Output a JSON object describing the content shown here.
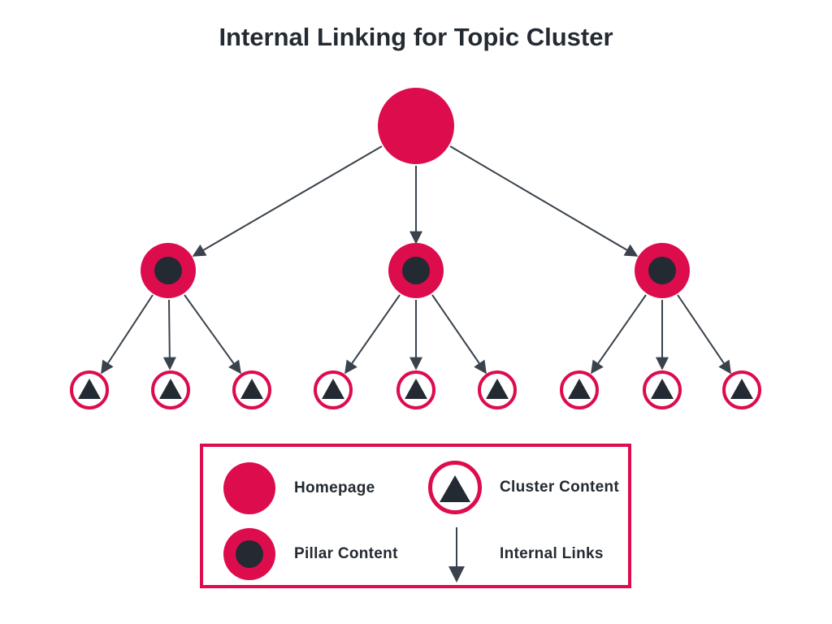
{
  "title": "Internal Linking for Topic Cluster",
  "colors": {
    "crimson": "#dc0c4d",
    "dark": "#232a32",
    "line": "#3a424c",
    "background": "#ffffff"
  },
  "diagram": {
    "node_types": [
      "homepage",
      "pillar-content",
      "cluster-content"
    ],
    "homepage_count": 1,
    "pillar_count": 3,
    "cluster_count": 9,
    "links": [
      {
        "from": "homepage",
        "to": "pillar-1"
      },
      {
        "from": "homepage",
        "to": "pillar-2"
      },
      {
        "from": "homepage",
        "to": "pillar-3"
      },
      {
        "from": "pillar-1",
        "to": "cluster-1"
      },
      {
        "from": "pillar-1",
        "to": "cluster-2"
      },
      {
        "from": "pillar-1",
        "to": "cluster-3"
      },
      {
        "from": "pillar-2",
        "to": "cluster-4"
      },
      {
        "from": "pillar-2",
        "to": "cluster-5"
      },
      {
        "from": "pillar-2",
        "to": "cluster-6"
      },
      {
        "from": "pillar-3",
        "to": "cluster-7"
      },
      {
        "from": "pillar-3",
        "to": "cluster-8"
      },
      {
        "from": "pillar-3",
        "to": "cluster-9"
      }
    ]
  },
  "legend": {
    "items": [
      {
        "icon": "homepage-circle-icon",
        "label": "Homepage"
      },
      {
        "icon": "pillar-content-circle-icon",
        "label": "Pillar Content"
      },
      {
        "icon": "cluster-content-circle-icon",
        "label": "Cluster Content"
      },
      {
        "icon": "internal-links-arrow-icon",
        "label": "Internal Links"
      }
    ]
  }
}
